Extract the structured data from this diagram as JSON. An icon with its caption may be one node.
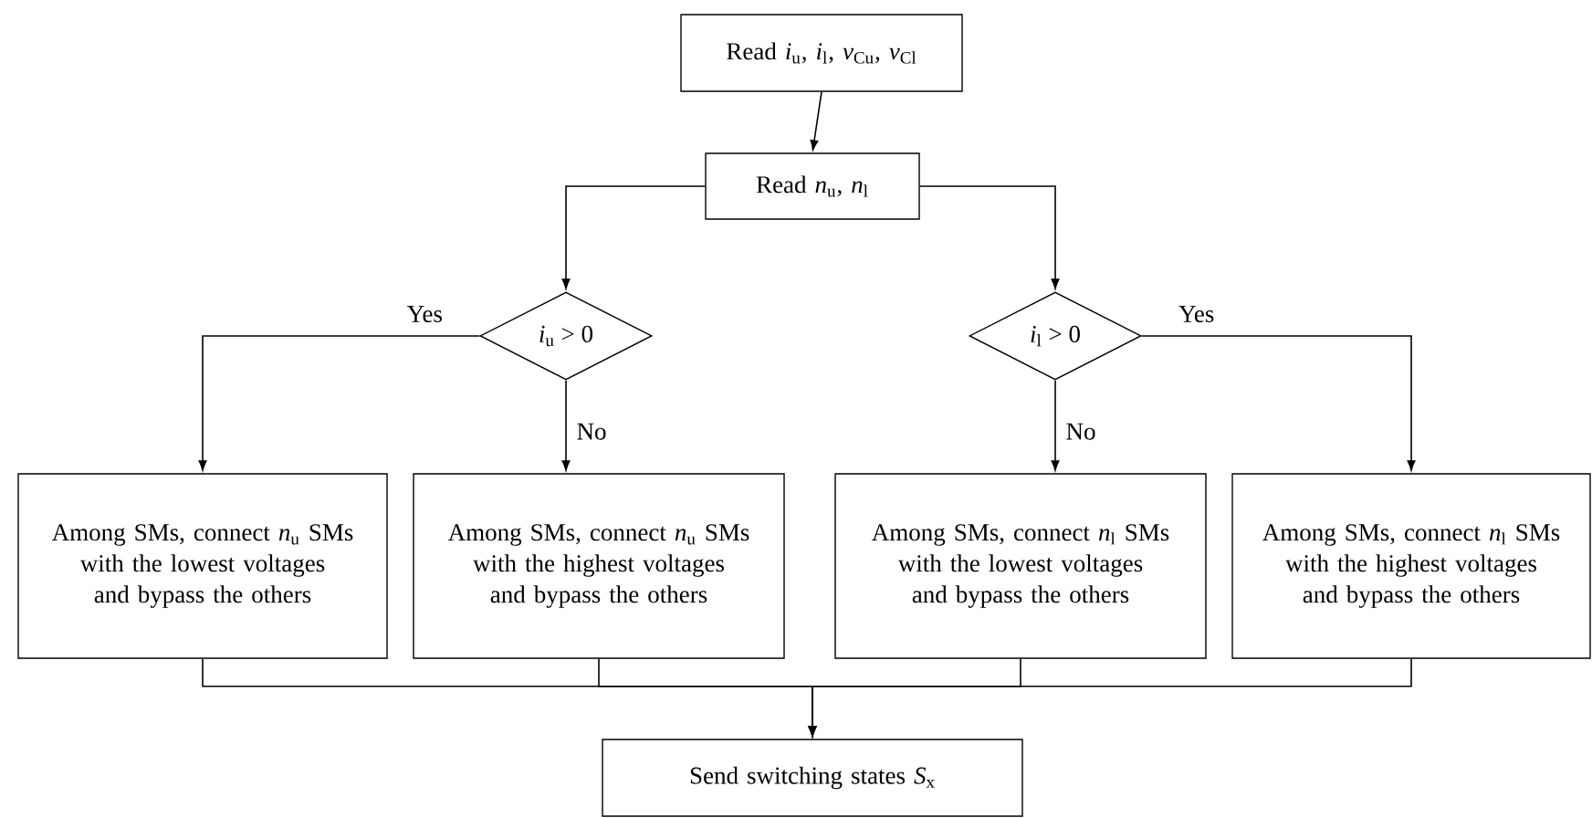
{
  "diagram": {
    "nodes": [
      {
        "text": [
          "Read *i*$_{u}$, *i*$_{l}$, *v*$_{Cu}$, *v*$_{Cl}$"
        ]
      },
      {
        "text": [
          "Read *n*$_{u}$, *n*$_{l}$"
        ]
      },
      {
        "text": [
          "*i*$_{u}$ > 0"
        ]
      },
      {
        "text": [
          "*i*$_{l}$ > 0"
        ]
      },
      {
        "text": [
          "Among SMs, connect *n*$_{u}$ SMs with the lowest voltages and bypass the others"
        ]
      },
      {
        "text": [
          "Among SMs, connect *n*$_{u}$ SMs with the highest voltages and bypass the others"
        ]
      },
      {
        "text": [
          "Among SMs, connect *n*$_{l}$ SMs with the lowest voltages and bypass the others"
        ]
      },
      {
        "text": [
          "Among SMs, connect *n*$_{l}$ SMs with the highest voltages and bypass the others"
        ]
      },
      {
        "text": [
          "Send switching states *S*$_{x}$"
        ]
      }
    ],
    "edges": [
      {
        "from": 0,
        "to": 1,
        "arrow": "to"
      },
      {
        "from": 1,
        "to": 2,
        "arrow": "to"
      },
      {
        "from": 1,
        "to": 3,
        "arrow": "to"
      },
      {
        "from": 2,
        "to": 4,
        "arrow": "to",
        "label": "Yes"
      },
      {
        "from": 2,
        "to": 5,
        "arrow": "to",
        "label": "No"
      },
      {
        "from": 3,
        "to": 6,
        "arrow": "to",
        "label": "No"
      },
      {
        "from": 3,
        "to": 7,
        "arrow": "to",
        "label": "Yes"
      },
      {
        "from": 4,
        "to": 8,
        "arrow": "to"
      },
      {
        "from": 5,
        "to": 8,
        "arrow": "to"
      },
      {
        "from": 6,
        "to": 8,
        "arrow": "to"
      },
      {
        "from": 7,
        "to": 8,
        "arrow": "to"
      }
    ]
  }
}
